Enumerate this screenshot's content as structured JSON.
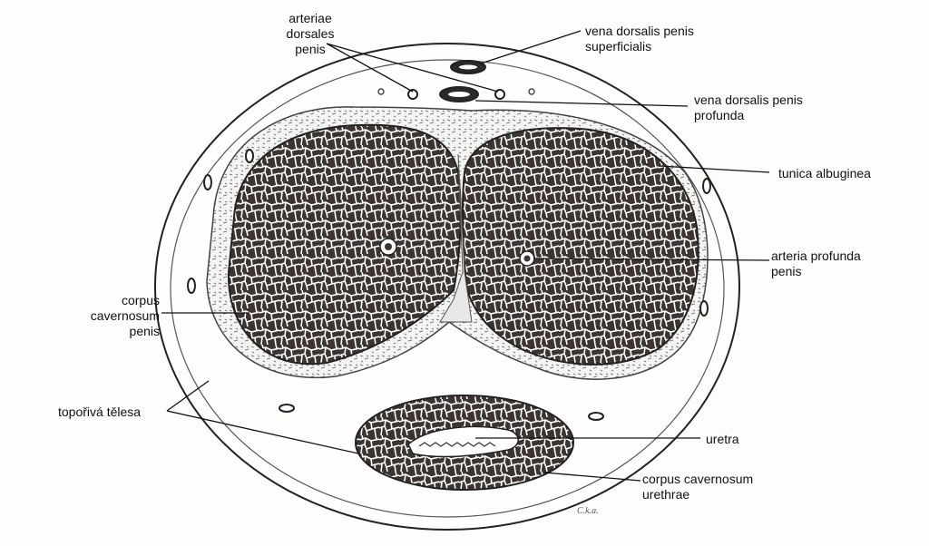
{
  "labels": {
    "arteriae_dorsales": "arteriae\ndorsales\npenis",
    "vena_superficialis": "vena dorsalis penis\nsuperficialis",
    "vena_profunda": "vena dorsalis  penis\nprofunda",
    "tunica_albuginea": "tunica albuginea",
    "arteria_profunda": "arteria profunda\npenis",
    "corpus_cavernosum_penis": "corpus\ncavernosum\npenis",
    "toporiva_telesa": "topořivá tělesa",
    "uretra": "uretra",
    "corpus_cavernosum_urethrae": "corpus cavernosum\nurethrae"
  },
  "signature": "C.k.a.",
  "colors": {
    "tissue": "#3c3431",
    "trabecula": "#ffffff",
    "albuginea": "#9a9a9a",
    "outline": "#222222",
    "leader": "#111111"
  }
}
